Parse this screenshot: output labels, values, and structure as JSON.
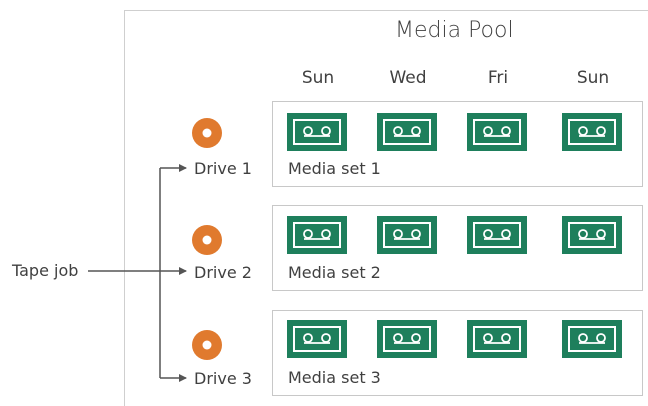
{
  "diagram": {
    "title": "Media Pool",
    "days": [
      "Sun",
      "Wed",
      "Fri",
      "Sun"
    ],
    "job_label": "Tape job",
    "drives": [
      "Drive 1",
      "Drive 2",
      "Drive 3"
    ],
    "media_sets": [
      "Media set 1",
      "Media set 2",
      "Media set 3"
    ],
    "colors": {
      "tape_green": "#1e7f5c",
      "disc_orange": "#e07a2e",
      "line": "#555555",
      "border": "#c8c8c8"
    },
    "icons": {
      "drive": "drive-disc-icon",
      "tape": "tape-cassette-icon"
    }
  }
}
